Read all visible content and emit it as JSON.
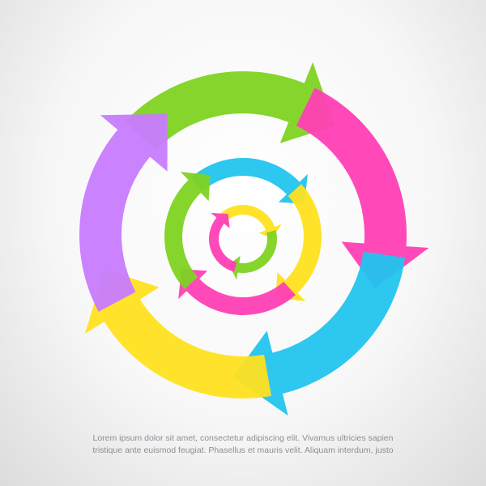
{
  "colors": {
    "green": "#7ed321",
    "magenta": "#ff3fb4",
    "cyan": "#22c4ef",
    "yellow": "#ffe21f",
    "purple": "#c77bff",
    "caption": "#8a8f96"
  },
  "rings": [
    {
      "ring": "outer",
      "segments": [
        {
          "color": "green",
          "icon": "arrow"
        },
        {
          "color": "magenta",
          "icon": "arrow"
        },
        {
          "color": "cyan",
          "icon": "arrow"
        },
        {
          "color": "yellow",
          "icon": "arrow"
        },
        {
          "color": "purple",
          "icon": "arrow"
        }
      ]
    },
    {
      "ring": "middle",
      "segments": [
        {
          "color": "cyan",
          "icon": "arrow"
        },
        {
          "color": "yellow",
          "icon": "arrow"
        },
        {
          "color": "magenta",
          "icon": "arrow"
        },
        {
          "color": "green",
          "icon": "arrow"
        }
      ]
    },
    {
      "ring": "inner",
      "segments": [
        {
          "color": "yellow",
          "icon": "arrow"
        },
        {
          "color": "green",
          "icon": "arrow"
        },
        {
          "color": "magenta",
          "icon": "arrow"
        }
      ]
    }
  ],
  "caption": {
    "line1": "Lorem ipsum dolor sit amet, consectetur adipiscing elit. Vivamus ultricies sapien",
    "line2": "tristique ante euismod feugiat. Phasellus et mauris velit.  Aliquam interdum, justo"
  }
}
